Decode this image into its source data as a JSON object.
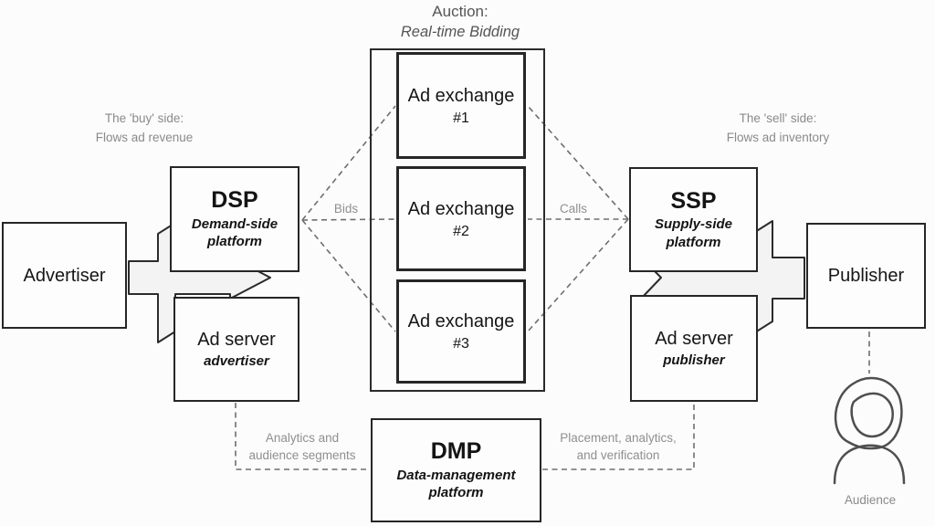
{
  "diagram_title": {
    "line1": "Auction:",
    "line2": "Real-time Bidding"
  },
  "side_notes": {
    "buy": {
      "line1": "The 'buy' side:",
      "line2": "Flows ad revenue"
    },
    "sell": {
      "line1": "The 'sell' side:",
      "line2": "Flows ad inventory"
    }
  },
  "nodes": {
    "advertiser": {
      "title": "Advertiser"
    },
    "dsp": {
      "title": "DSP",
      "subtitle": "Demand-side platform"
    },
    "ad_server_advertiser": {
      "title": "Ad server",
      "subtitle": "advertiser"
    },
    "ssp": {
      "title": "SSP",
      "subtitle": "Supply-side platform"
    },
    "ad_server_publisher": {
      "title": "Ad server",
      "subtitle": "publisher"
    },
    "publisher": {
      "title": "Publisher"
    },
    "dmp": {
      "title": "DMP",
      "subtitle": "Data-management platform"
    },
    "audience": {
      "label": "Audience"
    }
  },
  "exchanges": [
    {
      "title": "Ad exchange",
      "number": "#1"
    },
    {
      "title": "Ad exchange",
      "number": "#2"
    },
    {
      "title": "Ad exchange",
      "number": "#3"
    }
  ],
  "edge_labels": {
    "bids": "Bids",
    "calls": "Calls",
    "analytics": {
      "line1": "Analytics and",
      "line2": "audience segments"
    },
    "placement": {
      "line1": "Placement, analytics,",
      "line2": "and verification"
    }
  },
  "colors": {
    "background": "#fcfcfc",
    "box_border": "#262626",
    "box_fill": "#fdfdfd",
    "arrow_fill": "#f3f3f3",
    "dashed_line": "#6e6e6e",
    "muted_text": "#8a8a8a",
    "text": "#141414"
  }
}
